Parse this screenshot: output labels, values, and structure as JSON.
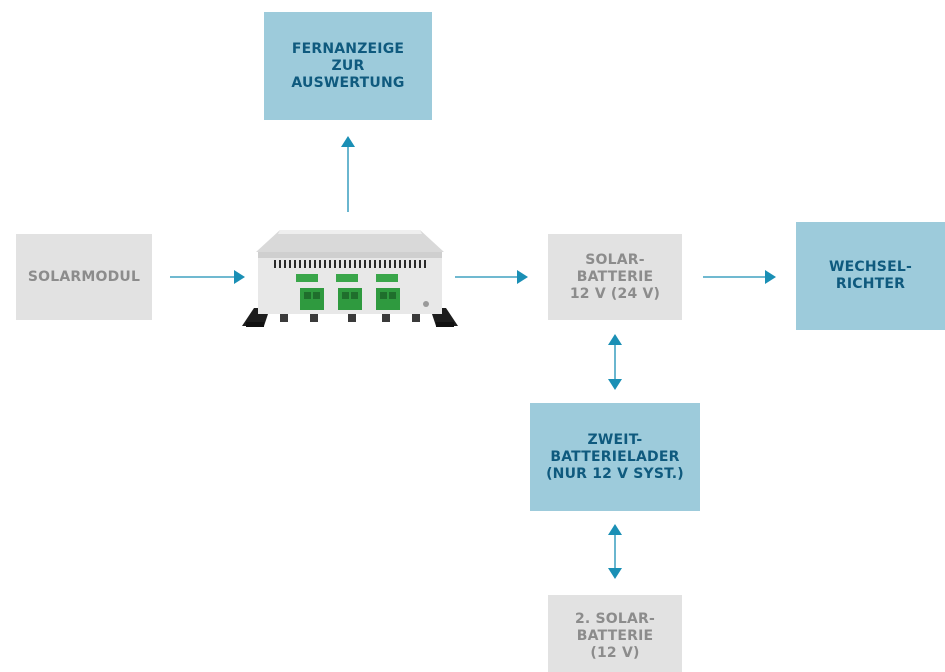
{
  "colors": {
    "grey_bg": "#e2e2e2",
    "grey_text": "#8c8c8c",
    "blue_bg": "#9dcbdb",
    "blue_text": "#0f5a7e",
    "arrow": "#1a8fb5"
  },
  "nodes": {
    "remote_display": {
      "label": "FERNANZEIGE\nZUR\nAUSWERTUNG"
    },
    "solar_module": {
      "label": "SOLARMODUL"
    },
    "charge_controller": {
      "icon": "solar-charge-controller-device"
    },
    "solar_battery": {
      "label": "SOLAR-\nBATTERIE\n12 V (24 V)"
    },
    "inverter": {
      "label": "WECHSEL-\nRICHTER"
    },
    "second_battery_charger": {
      "label": "ZWEIT-\nBATTERIELADER\n(NUR 12 V SYST.)"
    },
    "second_solar_battery": {
      "label": "2. SOLAR-\nBATTERIE\n(12 V)"
    }
  },
  "edges": [
    {
      "from": "solar_module",
      "to": "charge_controller",
      "direction": "forward"
    },
    {
      "from": "charge_controller",
      "to": "remote_display",
      "direction": "forward"
    },
    {
      "from": "charge_controller",
      "to": "solar_battery",
      "direction": "forward"
    },
    {
      "from": "solar_battery",
      "to": "inverter",
      "direction": "forward"
    },
    {
      "from": "solar_battery",
      "to": "second_battery_charger",
      "direction": "both"
    },
    {
      "from": "second_battery_charger",
      "to": "second_solar_battery",
      "direction": "both"
    }
  ]
}
